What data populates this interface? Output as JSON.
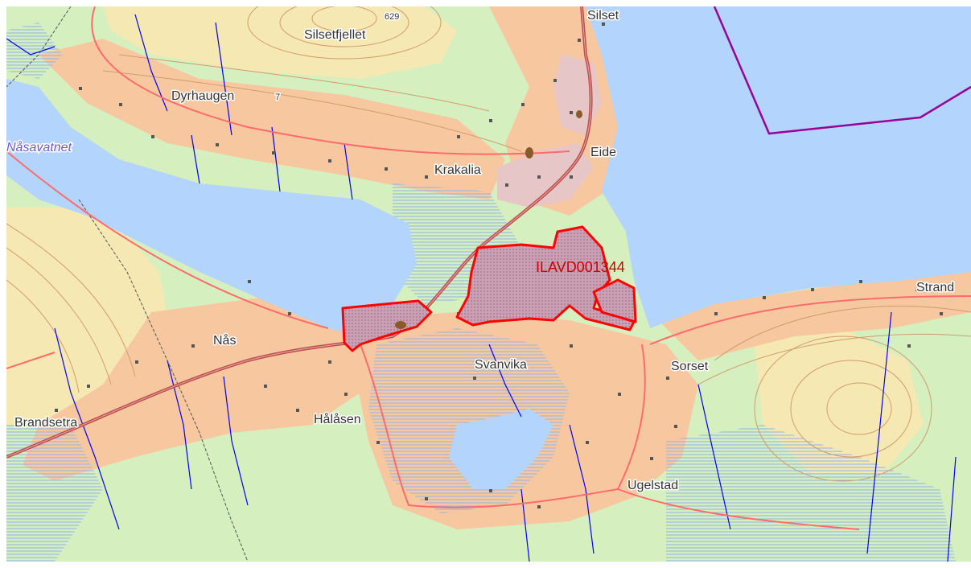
{
  "map": {
    "colors": {
      "water": "#b3d4fc",
      "forest": "#d6efbf",
      "open_land": "#f5e8b2",
      "farmland": "#f7c8a0",
      "marsh_hatch": "#8fb3e8",
      "contour": "#d19b6e",
      "stream": "#0000ff",
      "main_road": "#c0504d",
      "road": "#ff6b6b",
      "boundary": "#990099",
      "property_outline": "#ff0000",
      "property_fill": "#c9a0b4",
      "urban": "#e6c6c6"
    },
    "labels": {
      "peak": "629",
      "silsetfjellet": "Silsetfjellet",
      "silset": "Silset",
      "dyrhaugen": "Dyrhaugen",
      "dyrhaugen_num": "7",
      "nasavatnet": "Nåsavatnet",
      "eide": "Eide",
      "krakalia": "Krakalia",
      "property_id": "ILAVD001344",
      "strand": "Strand",
      "nas": "Nås",
      "svanvika": "Svanvika",
      "sorset": "Sorset",
      "brandsetra": "Brandsetra",
      "halasen": "Hålåsen",
      "ugelstad": "Ugelstad"
    }
  }
}
